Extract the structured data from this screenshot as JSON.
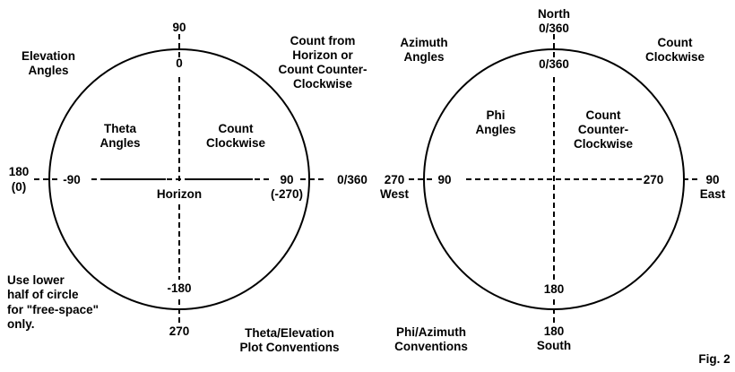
{
  "left": {
    "top_outer": "90",
    "top_inner": "0",
    "elevation": [
      "Elevation",
      "Angles"
    ],
    "count_from": [
      "Count from",
      "Horizon or",
      "Count Counter-",
      "Clockwise"
    ],
    "theta": [
      "Theta",
      "Angles"
    ],
    "count_cw": [
      "Count",
      "Clockwise"
    ],
    "left_outer": [
      "180",
      "(0)"
    ],
    "left_inner": "-90",
    "right_inner": [
      "90",
      "(-270)"
    ],
    "right_outer": "0/360",
    "horizon": "Horizon",
    "note": [
      "Use lower",
      "half of circle",
      "for \"free-space\"",
      "only."
    ],
    "bottom_inner": "-180",
    "bottom_outer": "270",
    "caption": [
      "Theta/Elevation",
      "Plot Conventions"
    ]
  },
  "right": {
    "top_outer": [
      "North",
      "0/360"
    ],
    "top_inner": "0/360",
    "azimuth": [
      "Azimuth",
      "Angles"
    ],
    "count_cw": [
      "Count",
      "Clockwise"
    ],
    "phi": [
      "Phi",
      "Angles"
    ],
    "count_ccw": [
      "Count",
      "Counter-",
      "Clockwise"
    ],
    "left_outer": [
      "270",
      "West"
    ],
    "left_inner": "90",
    "right_inner": "270",
    "right_outer": [
      "90",
      "East"
    ],
    "bottom_inner": "180",
    "bottom_outer": [
      "180",
      "South"
    ],
    "caption": [
      "Phi/Azimuth",
      "Conventions"
    ]
  },
  "figure_label": "Fig. 2"
}
